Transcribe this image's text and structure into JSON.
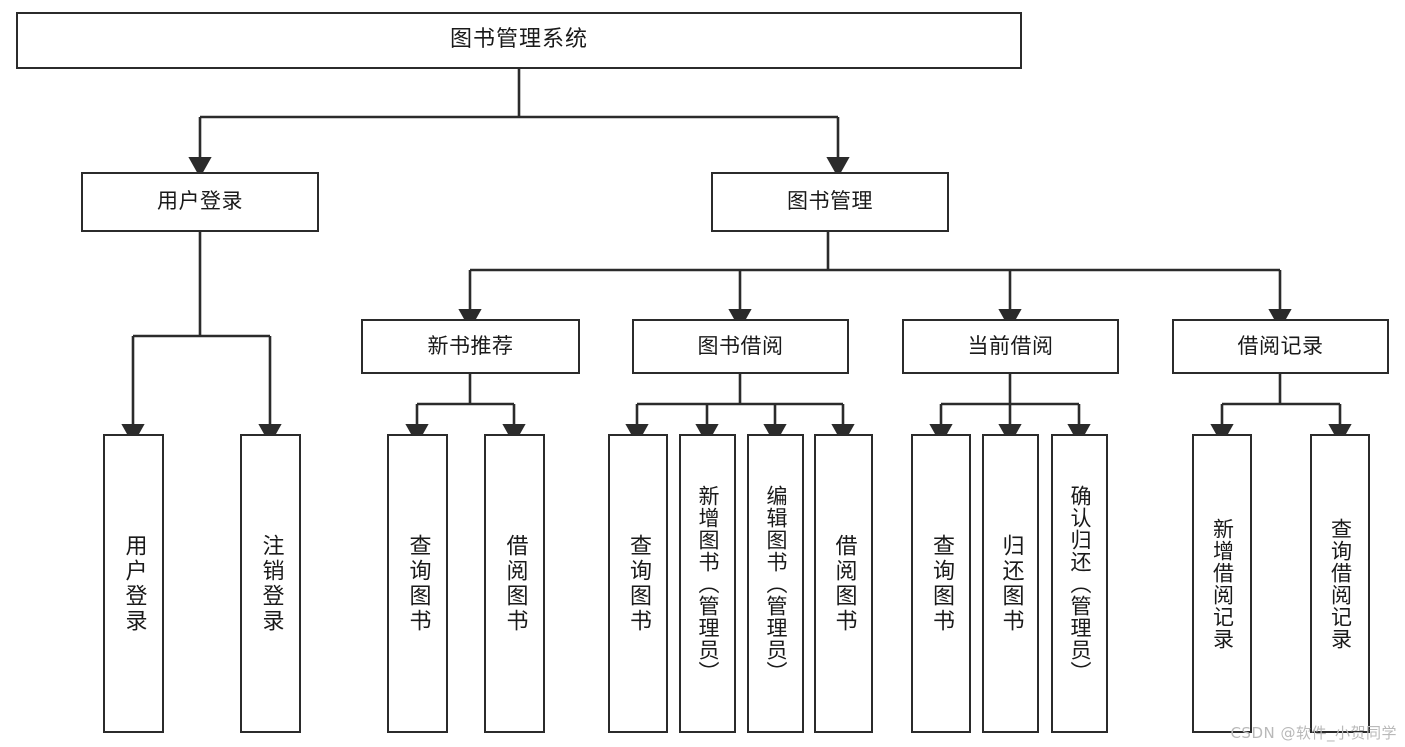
{
  "diagram": {
    "title": "图书管理系统",
    "type": "tree",
    "stroke_color": "#2b2b2b",
    "background_color": "#ffffff",
    "text_color": "#1a1a1a"
  },
  "nodes": {
    "root": {
      "label": "图书管理系统"
    },
    "level2": [
      {
        "id": "user-login",
        "label": "用户登录"
      },
      {
        "id": "book-manage",
        "label": "图书管理"
      }
    ],
    "level3": [
      {
        "id": "new-book-recommend",
        "label": "新书推荐"
      },
      {
        "id": "book-borrow",
        "label": "图书借阅"
      },
      {
        "id": "current-borrow",
        "label": "当前借阅"
      },
      {
        "id": "borrow-record",
        "label": "借阅记录"
      }
    ],
    "leaves": [
      {
        "id": "user-login-leaf",
        "label": "用户登录",
        "parent": "user-login"
      },
      {
        "id": "logout-leaf",
        "label": "注销登录",
        "parent": "user-login"
      },
      {
        "id": "query-book-1",
        "label": "查询图书",
        "parent": "new-book-recommend"
      },
      {
        "id": "borrow-book-1",
        "label": "借阅图书",
        "parent": "new-book-recommend"
      },
      {
        "id": "query-book-2",
        "label": "查询图书",
        "parent": "book-borrow"
      },
      {
        "id": "add-book-admin",
        "label": "新增图书（管理员）",
        "parent": "book-borrow"
      },
      {
        "id": "edit-book-admin",
        "label": "编辑图书（管理员）",
        "parent": "book-borrow"
      },
      {
        "id": "borrow-book-2",
        "label": "借阅图书",
        "parent": "book-borrow"
      },
      {
        "id": "query-book-3",
        "label": "查询图书",
        "parent": "current-borrow"
      },
      {
        "id": "return-book",
        "label": "归还图书",
        "parent": "current-borrow"
      },
      {
        "id": "confirm-return-admin",
        "label": "确认归还（管理员）",
        "parent": "current-borrow"
      },
      {
        "id": "add-borrow-record",
        "label": "新增借阅记录",
        "parent": "borrow-record"
      },
      {
        "id": "query-borrow-record",
        "label": "查询借阅记录",
        "parent": "borrow-record"
      }
    ]
  },
  "watermark": {
    "text": "CSDN @软件_小贺同学"
  }
}
